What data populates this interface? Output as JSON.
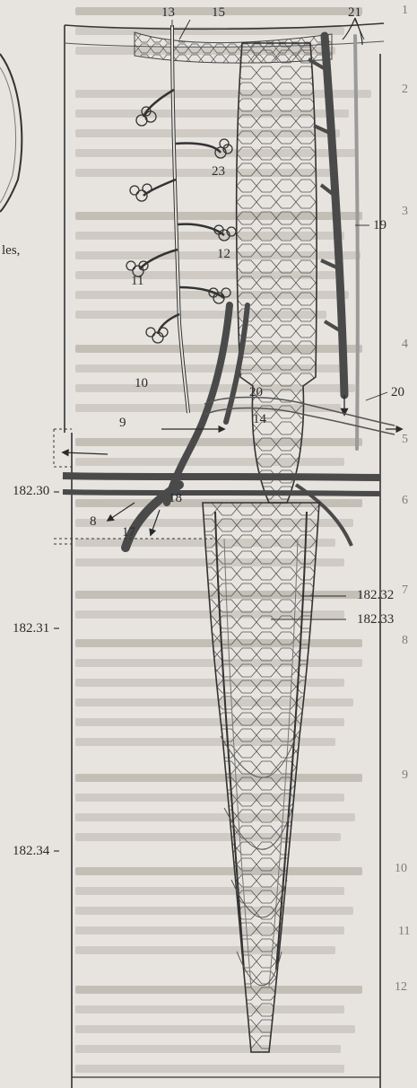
{
  "labels": {
    "l13": "13",
    "l15": "15",
    "l21": "21",
    "l23": "23",
    "l19": "19",
    "l12": "12",
    "l11": "11",
    "l10": "10",
    "l20a": "20",
    "l20b": "20",
    "l14": "14",
    "l9": "9",
    "l8": "8",
    "l17": "17",
    "l18": "18",
    "l182_30": "182.30",
    "l182_31": "182.31",
    "l182_32": "182.32",
    "l182_33": "182.33",
    "l182_34": "182.34"
  },
  "side_fragment": {
    "lines": [
      "les,"
    ]
  },
  "page_numbers": [
    "1",
    "2",
    "3",
    "4",
    "5",
    "6",
    "7",
    "8",
    "9",
    "10",
    "11",
    "12"
  ],
  "colors": {
    "paper": "#e7e4df",
    "ink": "#2a2a2a",
    "vessel_dark": "#4a4a4a",
    "bleed_text": "#cfcbc4"
  }
}
